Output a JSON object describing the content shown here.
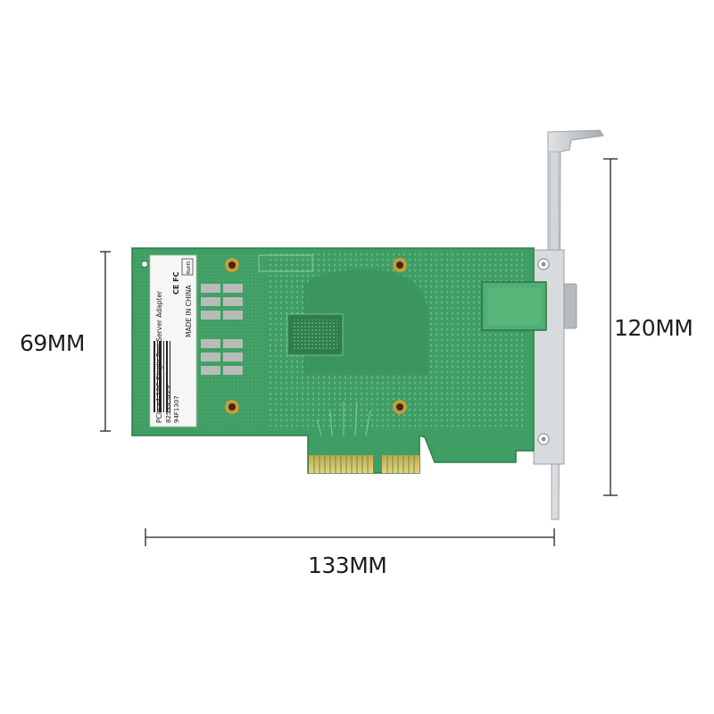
{
  "dimensions": {
    "card_height": "69MM",
    "bracket_height": "120MM",
    "card_width": "133MM"
  },
  "product_label": {
    "line_1": "PCIe x4 10G Single-Port Server Adapter",
    "line_2": "82599-SFP+",
    "line_3": "94F1307",
    "line_4": "MADE IN CHINA",
    "marks": "CE FC",
    "badge": "RoHS"
  },
  "colors": {
    "pcb": "#3f9e63",
    "pcb_dark": "#2f7d4c",
    "gold_fingers": "#d9b85a",
    "bracket": "#c8ccd0",
    "dimension_lines": "#222222"
  }
}
